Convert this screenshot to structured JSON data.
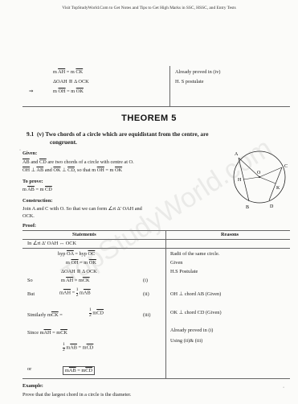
{
  "header": {
    "text": "Visit TopStudyWorld.Com to Get Notes and Tips to Get High Marks in SSC, HSSC, and Entry Tests"
  },
  "top_table": {
    "rows": [
      {
        "left": "m AH = m CK",
        "right": "Already proved in (iv)"
      },
      {
        "left": "ΔOAH ≅ Δ OCK",
        "right": "H. S postulate"
      },
      {
        "sym": "⇒",
        "left": "m OH = m OK",
        "right": ""
      }
    ]
  },
  "theorem_title": "THEOREM 5",
  "statement": {
    "number": "9.1",
    "part": "(v)",
    "line1": "Two chords of a circle which are equidistant from the centre, are",
    "line2": "congruent."
  },
  "given": {
    "label": "Given:",
    "line1": "AB and CD are two chords of a circle with centre at O.",
    "line2": "OH ⊥ AB and OK ⊥ CD, so that m OH = m OK"
  },
  "to_prove": {
    "label": "To prove:",
    "text": "m AB = m CD"
  },
  "construction": {
    "label": "Construction:",
    "line1": "Join A and C with O. So that we can form ∠rt Δ' OAH and",
    "line2": "OCK."
  },
  "proof": {
    "label": "Proof:",
    "col_statements": "Statements",
    "col_reasons": "Reasons",
    "intro": "In ∠rt Δ' OAH ↔ OCK",
    "rows": [
      {
        "pre": "",
        "stmt": "hyp OA = hyp OC",
        "ref": "",
        "reason": "Radii of the same circle."
      },
      {
        "pre": "",
        "stmt": "m OH = m OK",
        "ref": "",
        "reason": "Given"
      },
      {
        "pre": "",
        "stmt": "ΔOAH ≅ Δ OCK",
        "ref": "",
        "reason": "H.S Postulate"
      },
      {
        "pre": "So",
        "stmt": "m AH = m CK",
        "ref": "(i)",
        "reason": ""
      },
      {
        "pre": "But",
        "stmt": "m AH =",
        "frac_n": "1",
        "frac_d": "2",
        "stmt2": "m AB",
        "ref": "(ii)",
        "reason": "OH ⊥ chord AB  (Given)"
      },
      {
        "pre": "Similarly",
        "stmt": "m CK =",
        "frac_n": "1",
        "frac_d": "2",
        "stmt2": "m CD",
        "ref": "(iii)",
        "reason": "OK ⊥ chord CD   (Given)"
      },
      {
        "pre": "Since",
        "stmt": "m AH = m CK",
        "ref": "",
        "reason": "Already proved in (i)"
      },
      {
        "pre": "",
        "stmt": "",
        "frac_n": "1",
        "frac_d": "2",
        "stmt2": "m AB = m CD",
        "ref": "",
        "reason": "Using (ii)& (iii)"
      },
      {
        "pre": "or",
        "stmt": "m AB = m CD",
        "ref": "",
        "reason": ""
      }
    ]
  },
  "example": {
    "label": "Example:",
    "text": "Prove that the largest chord in a circle is the diameter."
  },
  "figure_labels": {
    "A": "A",
    "B": "B",
    "C": "C",
    "D": "D",
    "H": "H",
    "K": "K",
    "O": "O"
  },
  "watermark": "TopStudyWorld.com"
}
